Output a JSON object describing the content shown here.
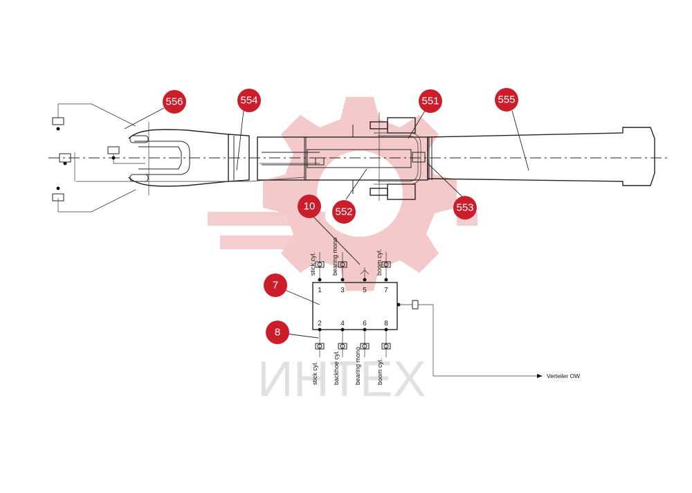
{
  "watermark": {
    "text": "ИНТЕХ",
    "color": "#f3c9c9"
  },
  "callouts": [
    {
      "id": "556",
      "label": "556"
    },
    {
      "id": "554",
      "label": "554"
    },
    {
      "id": "551",
      "label": "551"
    },
    {
      "id": "555",
      "label": "555"
    },
    {
      "id": "552",
      "label": "552"
    },
    {
      "id": "553",
      "label": "553"
    },
    {
      "id": "10",
      "label": "10"
    },
    {
      "id": "7",
      "label": "7"
    },
    {
      "id": "8",
      "label": "8"
    }
  ],
  "callout_color": "#cc1d2b",
  "distributor": {
    "top_ports": [
      "1",
      "3",
      "5",
      "7"
    ],
    "bottom_ports": [
      "2",
      "4",
      "6",
      "8"
    ],
    "top_labels": [
      "stick cyl.",
      "bearing mono",
      "boom cyl."
    ],
    "bottom_labels": [
      "stick cyl.",
      "backhoe cyl.",
      "bearing mono",
      "boom cyl."
    ]
  },
  "outlet_label": "Verteiler OW"
}
